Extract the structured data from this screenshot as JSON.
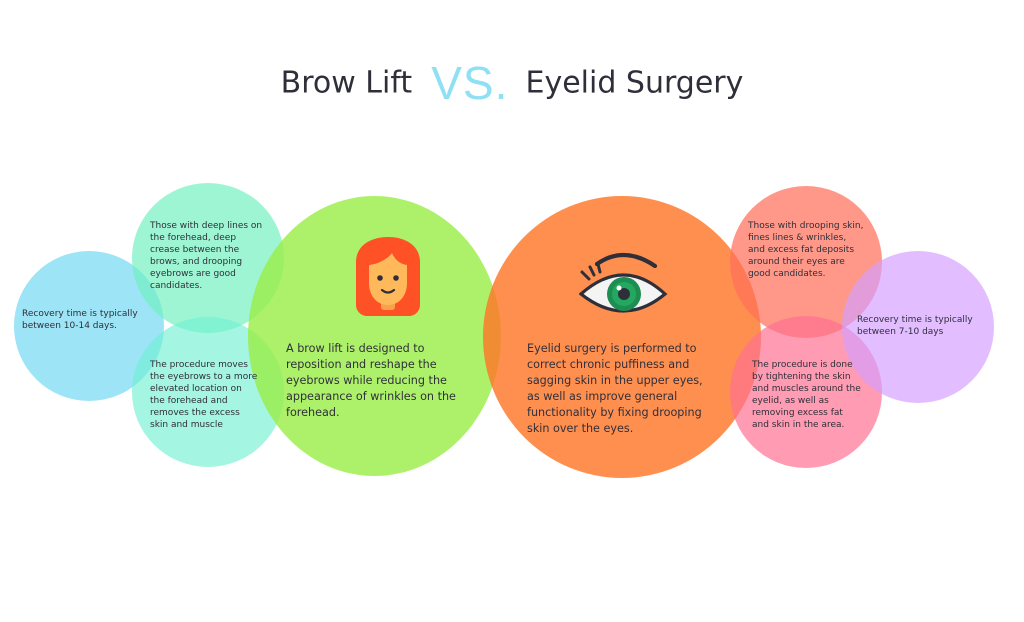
{
  "title": {
    "left": "Brow Lift",
    "vs": "VS.",
    "right": "Eyelid Surgery"
  },
  "left": {
    "recovery": "Recovery time is typically between 10-14 days.",
    "candidates": "Those with deep lines on the forehead, deep crease between the brows, and drooping eyebrows are good candidates.",
    "procedure": "The procedure moves the eyebrows to a more elevated location on the forehead and removes the excess skin and muscle",
    "main": "A brow lift is designed to reposition and reshape the eyebrows while reducing the appearance of wrinkles on the forehead."
  },
  "right": {
    "main": "Eyelid surgery is performed to correct chronic puffiness and sagging skin in the upper eyes, as well as improve general functionality by fixing drooping skin over the eyes.",
    "candidates": "Those with drooping skin, fines lines & wrinkles, and excess fat deposits around their eyes are good candidates.",
    "procedure": "The procedure is done by tightening the skin and muscles around the eyelid, as well as removing excess fat and skin in the area.",
    "recovery": "Recovery time is typically between 7-10 days"
  },
  "icons": {
    "left": "woman-face-icon",
    "right": "eye-icon"
  },
  "colors": {
    "vs": "#8fe0f3",
    "recovery_left": "#76daf3",
    "candidates_left": "#70f0be",
    "procedure_left": "#70f0d2",
    "brow": "#98ee46",
    "eyelid": "#ff7628",
    "candidates_right": "#ff705a",
    "procedure_right": "#ff7091",
    "recovery_right": "#d49eff"
  }
}
